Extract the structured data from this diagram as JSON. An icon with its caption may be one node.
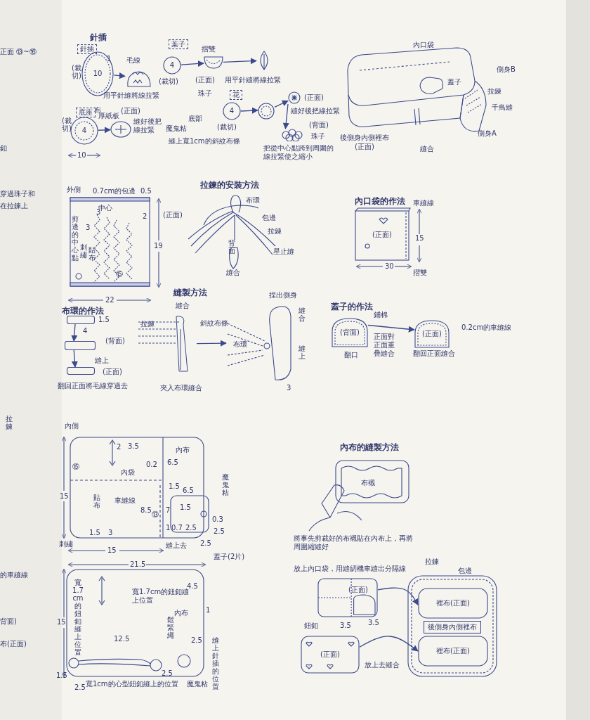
{
  "diagram": {
    "nodes": [
      {
        "text": [
          "10"
        ],
        "beside": [
          "(裁切)"
        ]
      },
      {
        "text": [],
        "shape": "picture"
      },
      {
        "text": [
          "4"
        ],
        "beside": [
          "(裁切)"
        ]
      },
      {
        "text": [],
        "shape": "picture"
      },
      {
        "text": [
          "4"
        ],
        "beside": [
          "(裁切)"
        ]
      },
      {
        "text": [],
        "shape": "picture"
      },
      {
        "text": [],
        "shape": "picture"
      },
      {
        "text": [
          "4"
        ],
        "beside": [
          "(裁切)"
        ]
      },
      {
        "text": [],
        "shape": "circle"
      },
      {
        "text": [],
        "shape": "circle",
        "beside": [
          "(正面)"
        ]
      },
      {
        "text": [],
        "shape": "picture"
      },
      {
        "text": [],
        "shape": "picture",
        "beside": [
          "縫合"
        ]
      },
      {
        "text": [],
        "shape": "picture",
        "beside": [
          "3"
        ]
      },
      {
        "text": [
          "(背面)"
        ],
        "beside": [
          "翻口"
        ]
      },
      {
        "text": [
          "(正面)"
        ],
        "beside": [
          "翻回正面縫合"
        ]
      },
      {
        "text": [],
        "shape": "bar"
      },
      {
        "text": [],
        "shape": "bar"
      },
      {
        "text": [],
        "shape": "bar"
      },
      {
        "text": [
          "(正面)"
        ]
      },
      {
        "text": [
          "(正面)"
        ]
      },
      {
        "text": [],
        "shape": "picture"
      },
      {
        "text": [
          "裡布(正面)"
        ],
        "in": 20
      },
      {
        "text": [
          "後側身內側裡布"
        ],
        "in": 20
      },
      {
        "text": [
          "裡布(正面)"
        ],
        "in": 20
      }
    ],
    "edges": [
      {
        "from": 0,
        "to": 1,
        "arrow": "to"
      },
      {
        "from": 2,
        "to": 3,
        "arrow": "to"
      },
      {
        "from": 4,
        "to": 5,
        "arrow": "to"
      },
      {
        "from": 5,
        "to": 6,
        "arrow": "to"
      },
      {
        "from": 7,
        "to": 8,
        "arrow": "to"
      },
      {
        "from": 8,
        "to": 9,
        "arrow": "to"
      },
      {
        "from": 9,
        "to": 10,
        "arrow": "to"
      },
      {
        "from": 11,
        "to": 12,
        "arrow": "to"
      },
      {
        "from": 13,
        "to": 14,
        "arrow": "to"
      },
      {
        "from": 15,
        "to": 16,
        "arrow": "to"
      },
      {
        "from": 16,
        "to": 17,
        "arrow": "to"
      },
      {
        "from": 18,
        "to": 21,
        "arrow": "to"
      },
      {
        "from": 19,
        "to": 23,
        "arrow": "to"
      }
    ],
    "labels": [
      "正面 ⑬~⑯",
      "釦",
      "穿過珠子和",
      "在拉鍊上",
      "拉鍊",
      "的車縫線",
      "背面)",
      "布(正面)",
      "針插",
      "針插",
      "1",
      "毛線",
      "用平針縫將線拉緊",
      "底座",
      "布",
      "厚紙板",
      "10",
      "(正面)",
      "縫好後把線拉緊",
      "珠子",
      "底部",
      "魔鬼粘",
      "縫上寬1cm的斜紋布條",
      "葉子",
      "摺雙",
      "(正面)",
      "用平針縫將線拉緊",
      "花",
      "縫好後把線拉緊",
      "(背面)",
      "珠子",
      "把從中心點跨到周圍的線拉緊使之縮小",
      "內口袋",
      "側身B",
      "蓋子",
      "拉鍊",
      "千鳥縫",
      "側身A",
      "後側身內側裡布",
      "(正面)",
      "縫合",
      "外側",
      "0.7cm的包邊",
      "0.5",
      "中心",
      "2",
      "3",
      "3",
      "剪邊的中心點",
      "刺繡",
      "貼布",
      "19",
      "⑮",
      "22",
      "布環的作法",
      "1.5",
      "4",
      "(背面)",
      "縫上",
      "(正面)",
      "翻回正面將毛線穿過去",
      "拉鍊的安裝方法",
      "布環",
      "(正面)",
      "包邊",
      "拉鍊",
      "背面",
      "星止縫",
      "縫合",
      "縫製方法",
      "拉鍊",
      "斜紋布條",
      "夾入布環縫合",
      "捏出側身",
      "縫合",
      "布環",
      "縫上",
      "內口袋的作法",
      "車縫線",
      "(正面)",
      "15",
      "30",
      "摺雙",
      "蓋子的作法",
      "鋪棉",
      "正面對正面重疊縫合",
      "0.2cm的車縫線",
      "內側",
      "2",
      "3.5",
      "⑮",
      "內袋",
      "0.2",
      "6.5",
      "內布",
      "魔鬼粘",
      "車縫線",
      "15",
      "貼布",
      "1.5",
      "6.5",
      "1.5",
      "8.5",
      "⑬",
      "7",
      "0.3",
      "1",
      "0.7",
      "2.5",
      "2.5",
      "2.5",
      "1.5",
      "3",
      "刺繡",
      "15",
      "縫上去",
      "蓋子(2片)",
      "21.5",
      "寬1.7cm的鈕釦縫上位置",
      "4.5",
      "寬1.7cm的鈕釦縫上位置",
      "內布",
      "1",
      "15",
      "鬆緊繩",
      "12.5",
      "2.5",
      "縫上針插的位置",
      "1.5",
      "2.5",
      "2.5",
      "寬1cm的心型鈕釦縫上的位置",
      "魔鬼粘",
      "內布的縫製方法",
      "布襯",
      "將事先剪裁好的布襯貼在內布上，再將周圍縮縫好",
      "放上內口袋，用縫紉機車縫出分隔線",
      "拉鍊",
      "包邊",
      "3.5",
      "3.5",
      "鈕釦",
      "放上去縫合"
    ]
  }
}
